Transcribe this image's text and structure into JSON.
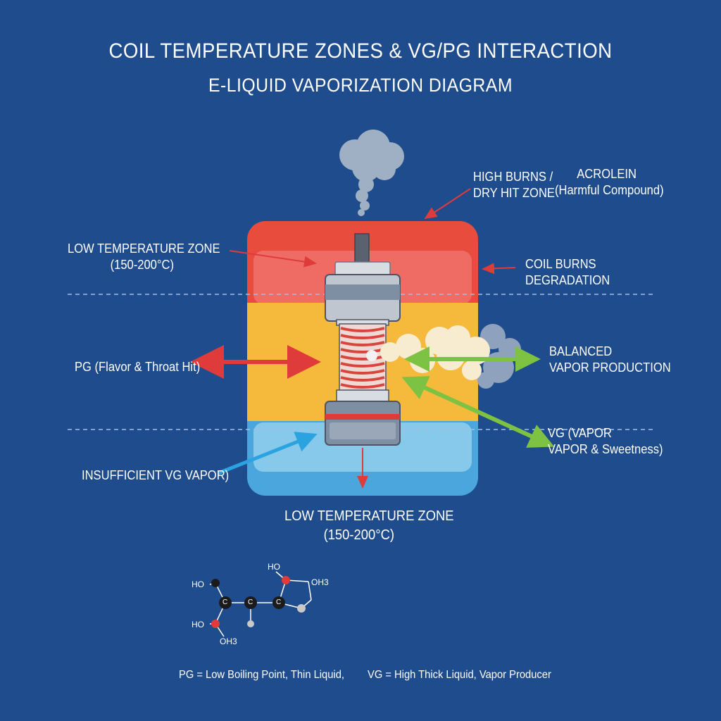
{
  "header": {
    "title": "COIL TEMPERATURE ZONES & VG/PG INTERACTION",
    "subtitle": "E-LIQUID VAPORIZATION DIAGRAM"
  },
  "labels": {
    "high_burns_line1": "HIGH BURNS /",
    "high_burns_line2": "DRY HIT ZONE",
    "acrolein_line1": "ACROLEIN",
    "acrolein_line2": "(Harmful Compound)",
    "low_zone_top_line1": "LOW TEMPERATURE ZONE",
    "low_zone_top_line2": "(150-200°C)",
    "coil_burns_line1": "COIL BURNS",
    "coil_burns_line2": "DEGRADATION",
    "pg": "PG (Flavor & Throat Hit)",
    "balanced_line1": "BALANCED",
    "balanced_line2": "VAPOR PRODUCTION",
    "vg_line1": "VG (VAPOR",
    "vg_line2": "VAPOR & Sweetness)",
    "insufficient": "INSUFFICIENT VG VAPOR)",
    "low_zone_bottom_line1": "LOW TEMPERATURE ZONE",
    "low_zone_bottom_line2": "(150-200°C)"
  },
  "molecule": {
    "ho_top": "HO",
    "ho_left_top": "HO",
    "oh3_right": "OH3",
    "ho_left_bottom": "HO",
    "oh3_bottom": "OH3",
    "carbon": "C"
  },
  "footer": {
    "pg_note": "PG = Low Boiling Point, Thin Liquid,",
    "vg_note": "VG = High Thick Liquid, Vapor Producer"
  },
  "colors": {
    "background": "#1f4c8c",
    "zone_hot": "#e84c3d",
    "zone_mid": "#f5b93b",
    "zone_cool": "#6fb9e4",
    "arrow_red": "#e03b3b",
    "arrow_green": "#7dc242",
    "arrow_blue": "#2aa3e0",
    "vapor_gray": "#9fb0c4",
    "vapor_cream": "#f7ecd0"
  }
}
